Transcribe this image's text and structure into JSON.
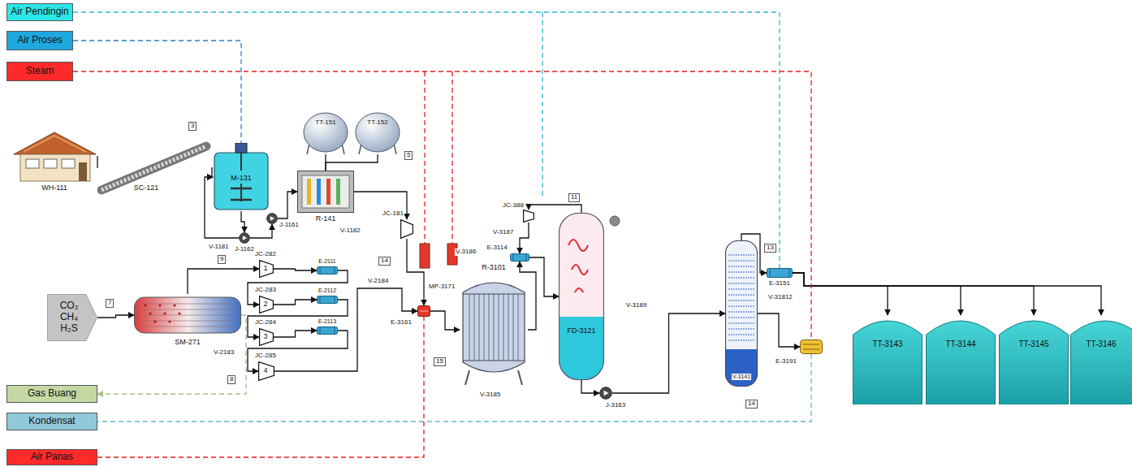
{
  "diagram": {
    "nodes": [
      {
        "text": [
          "Air Pendingin"
        ]
      },
      {
        "text": [
          "Air Proses"
        ]
      },
      {
        "text": [
          "Steam"
        ]
      },
      {
        "text": [
          "WH-111"
        ]
      },
      {
        "text": [
          "SC-121"
        ]
      },
      {
        "text": [
          "M-131"
        ]
      },
      {
        "text": [
          "TT-151"
        ]
      },
      {
        "text": [
          "TT-152"
        ]
      },
      {
        "text": [
          "R-141"
        ]
      },
      {
        "text": [
          "J-1161"
        ]
      },
      {
        "text": [
          "J-1162"
        ]
      },
      {
        "text": [
          "JC-181"
        ]
      },
      {
        "text": [
          "CO₂ CH₄ H₂S"
        ]
      },
      {
        "text": [
          "SM-271"
        ]
      },
      {
        "text": [
          "JC-282",
          "1"
        ]
      },
      {
        "text": [
          "JC-283",
          "2"
        ]
      },
      {
        "text": [
          "JC-284",
          "3"
        ]
      },
      {
        "text": [
          "JC-285",
          "4"
        ]
      },
      {
        "text": [
          "E-2111"
        ]
      },
      {
        "text": [
          "E-2112"
        ]
      },
      {
        "text": [
          "E-2113"
        ]
      },
      {
        "text": [
          "E-3161"
        ]
      },
      {
        "text": [
          "R-3101"
        ]
      },
      {
        "text": [
          "E-3114"
        ]
      },
      {
        "text": [
          "JC-388"
        ]
      },
      {
        "text": [
          "FD-3121"
        ]
      },
      {
        "text": [
          "J-3163"
        ]
      },
      {
        "text": [
          "V-3141"
        ]
      },
      {
        "text": [
          "E-3151"
        ]
      },
      {
        "text": [
          "E-3191"
        ]
      },
      {
        "text": [
          "TT-3143"
        ]
      },
      {
        "text": [
          "TT-3144"
        ]
      },
      {
        "text": [
          "TT-3145"
        ]
      },
      {
        "text": [
          "TT-3146"
        ]
      },
      {
        "text": [
          "Gas Buang"
        ]
      },
      {
        "text": [
          "Kondensat"
        ]
      },
      {
        "text": [
          "Air Panas"
        ]
      }
    ],
    "edges": [
      {
        "from": 3,
        "to": 4,
        "arrow": "none"
      },
      {
        "from": 4,
        "to": 5,
        "arrow": "to"
      },
      {
        "from": 5,
        "to": 10,
        "arrow": "to"
      },
      {
        "from": 10,
        "to": 9,
        "arrow": "to"
      },
      {
        "from": 9,
        "to": 8,
        "arrow": "to"
      },
      {
        "from": 10,
        "to": 5,
        "arrow": "to"
      },
      {
        "from": 6,
        "to": 8,
        "arrow": "none"
      },
      {
        "from": 7,
        "to": 8,
        "arrow": "none"
      },
      {
        "from": 8,
        "to": 11,
        "arrow": "to"
      },
      {
        "from": 11,
        "to": 21,
        "arrow": "to"
      },
      {
        "from": 12,
        "to": 13,
        "arrow": "to"
      },
      {
        "from": 13,
        "to": 14,
        "arrow": "to"
      },
      {
        "from": 14,
        "to": 18,
        "arrow": "to"
      },
      {
        "from": 18,
        "to": 15,
        "arrow": "to"
      },
      {
        "from": 15,
        "to": 19,
        "arrow": "to"
      },
      {
        "from": 19,
        "to": 16,
        "arrow": "to"
      },
      {
        "from": 16,
        "to": 20,
        "arrow": "to"
      },
      {
        "from": 20,
        "to": 17,
        "arrow": "to"
      },
      {
        "from": 17,
        "to": 21,
        "arrow": "to"
      },
      {
        "from": 13,
        "to": 34,
        "arrow": "to"
      },
      {
        "from": 21,
        "to": 22,
        "arrow": "to"
      },
      {
        "from": 22,
        "to": 23,
        "arrow": "to"
      },
      {
        "from": 23,
        "to": 25,
        "arrow": "to"
      },
      {
        "from": 25,
        "to": 24,
        "arrow": "to"
      },
      {
        "from": 24,
        "to": 23,
        "arrow": "to"
      },
      {
        "from": 25,
        "to": 26,
        "arrow": "to"
      },
      {
        "from": 26,
        "to": 27,
        "arrow": "to"
      },
      {
        "from": 27,
        "to": 28,
        "arrow": "to"
      },
      {
        "from": 28,
        "to": 30,
        "arrow": "to"
      },
      {
        "from": 28,
        "to": 31,
        "arrow": "to"
      },
      {
        "from": 28,
        "to": 32,
        "arrow": "to"
      },
      {
        "from": 28,
        "to": 33,
        "arrow": "to"
      },
      {
        "from": 27,
        "to": 29,
        "arrow": "to"
      },
      {
        "from": 1,
        "to": 5,
        "arrow": "none"
      },
      {
        "from": 0,
        "to": 28,
        "arrow": "none"
      },
      {
        "from": 2,
        "to": 29,
        "arrow": "none"
      },
      {
        "from": 29,
        "to": 35,
        "arrow": "none"
      },
      {
        "from": 36,
        "to": 21,
        "arrow": "none"
      }
    ],
    "labels": [
      "V-1181",
      "V-1182",
      "V-2183",
      "V-2184",
      "MP-3171",
      "V-3185",
      "V-3186",
      "V-3187",
      "V-3189",
      "V-31812",
      "3",
      "7",
      "8",
      "9",
      "14",
      "5",
      "15",
      "11",
      "13",
      "14"
    ]
  }
}
